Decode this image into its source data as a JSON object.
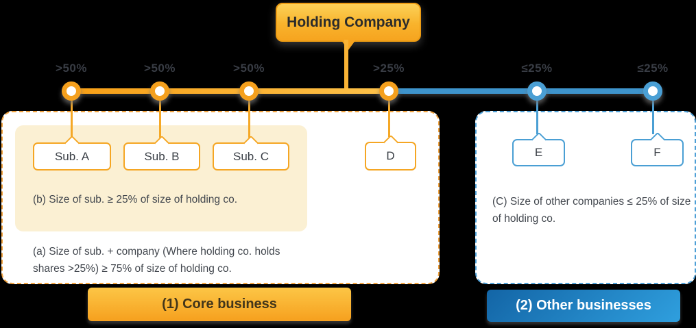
{
  "holding_company": {
    "label": "Holding Company"
  },
  "marker_labels": [
    ">50%",
    ">50%",
    ">50%",
    ">25%",
    "≤25%",
    "≤25%"
  ],
  "companies": {
    "sub_a": "Sub. A",
    "sub_b": "Sub. B",
    "sub_c": "Sub. C",
    "d": "D",
    "e": "E",
    "f": "F"
  },
  "core_panel": {
    "note_b": "(b) Size of sub. ≥ 25% of size of holding co.",
    "note_a": "(a) Size of sub. + company (Where holding co. holds shares >25%) ≥ 75% of size of holding co.",
    "footer_label": "(1) Core business"
  },
  "other_panel": {
    "note_c": "(C) Size of other companies ≤ 25% of size of holding co.",
    "footer_label": "(2) Other businesses"
  },
  "colors": {
    "core_accent": "#F5A623",
    "other_accent": "#4A9FD4",
    "cream_background": "#FBF0D3",
    "holding_gradient_top": "#FCD158",
    "holding_gradient_bottom": "#F6A41F",
    "other_bar_dark": "#1365A6",
    "other_bar_light": "#2F9FDE"
  }
}
